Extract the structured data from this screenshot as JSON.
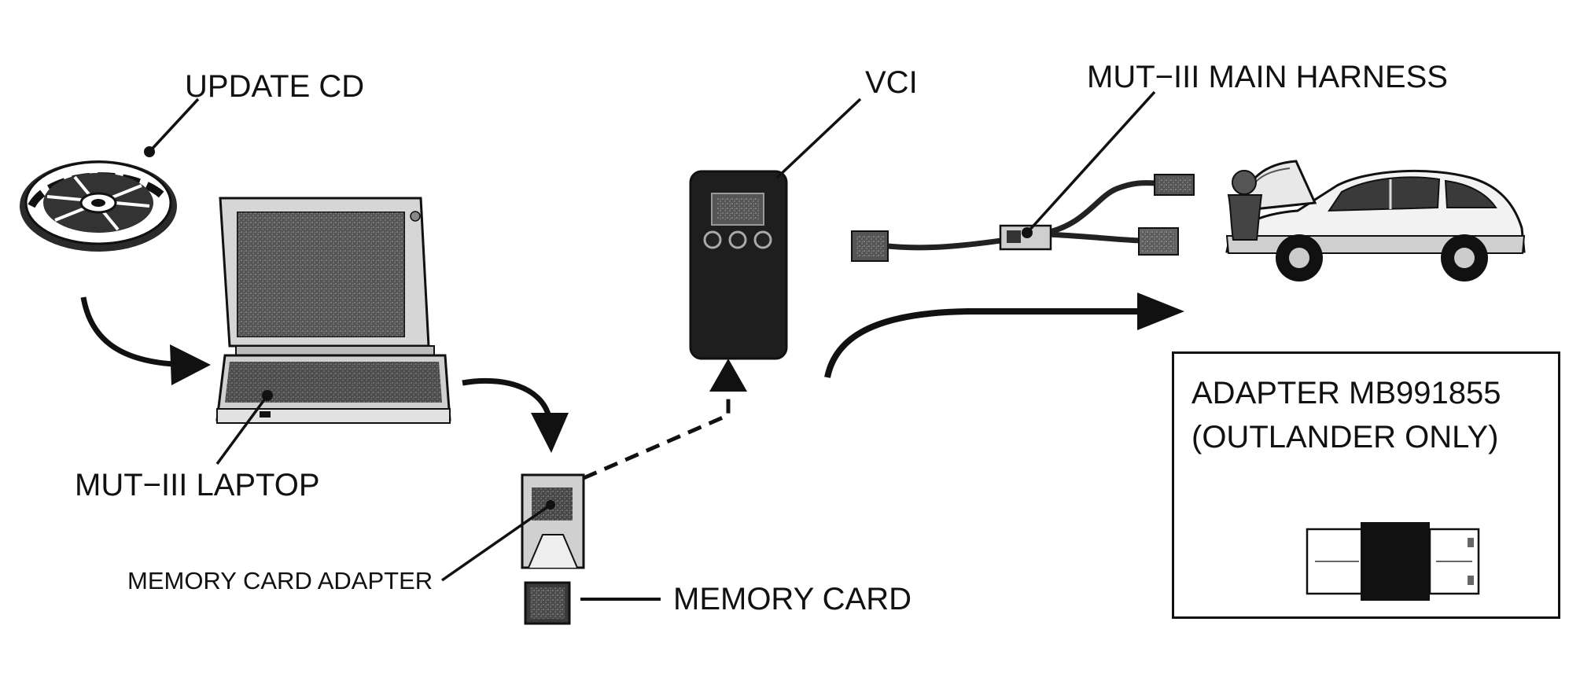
{
  "labels": {
    "update_cd": "UPDATE CD",
    "vci": "VCI",
    "main_harness": "MUT−III MAIN HARNESS",
    "laptop": "MUT−III LAPTOP",
    "memory_card_adapter": "MEMORY CARD ADAPTER",
    "memory_card": "MEMORY CARD"
  },
  "adapter_box": {
    "line1": "ADAPTER MB991855",
    "line2": "(OUTLANDER ONLY)"
  },
  "colors": {
    "ink": "#111111",
    "mid_gray": "#7a7a7a",
    "light_gray": "#c8c8c8",
    "dark": "#2a2a2a"
  }
}
